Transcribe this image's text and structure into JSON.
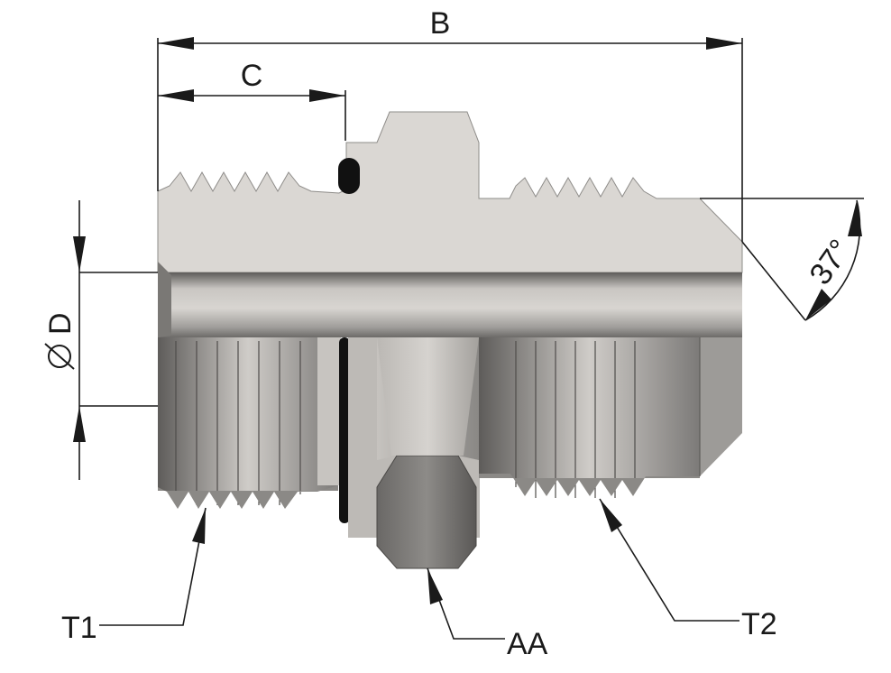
{
  "labels": {
    "B": "B",
    "C": "C",
    "D": "D",
    "angle": "37°",
    "T1": "T1",
    "T2": "T2",
    "AA": "AA"
  },
  "colors": {
    "line": "#1a1a1a",
    "steel_light": "#d9d6d2",
    "steel_mid": "#a9a7a4",
    "steel_dark": "#6e6c6a",
    "seal": "#111111"
  }
}
